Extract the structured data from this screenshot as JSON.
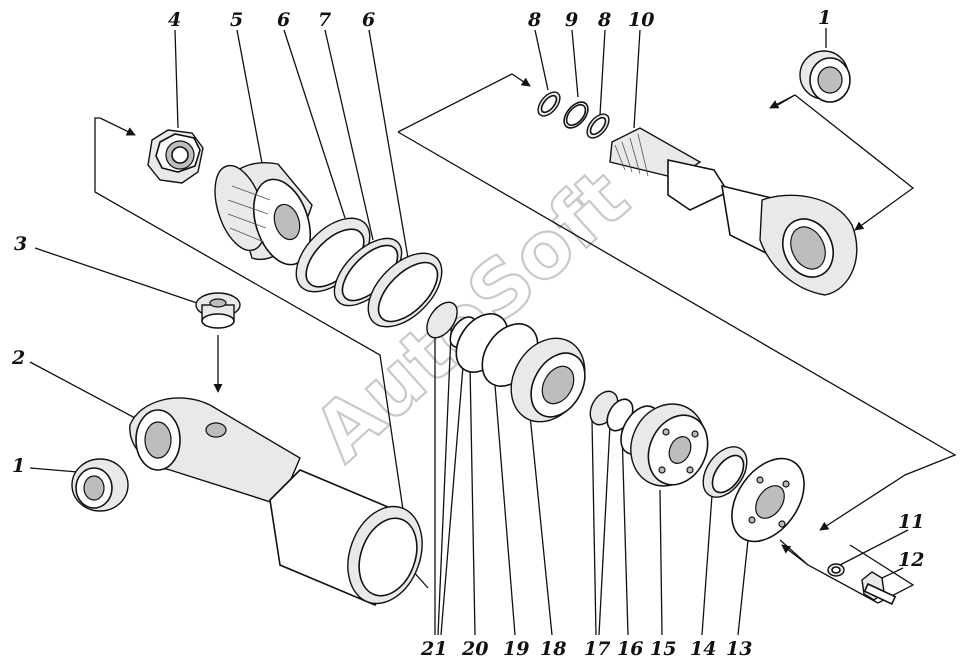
{
  "watermark": "AutoSoft",
  "callouts": {
    "top": [
      "4",
      "5",
      "6",
      "7",
      "6",
      "8",
      "9",
      "8",
      "10",
      "1"
    ],
    "left": [
      "3",
      "2",
      "1"
    ],
    "right": [
      "11",
      "12"
    ],
    "bottom": [
      "21",
      "20",
      "19",
      "18",
      "17",
      "16",
      "15",
      "14",
      "13"
    ]
  }
}
